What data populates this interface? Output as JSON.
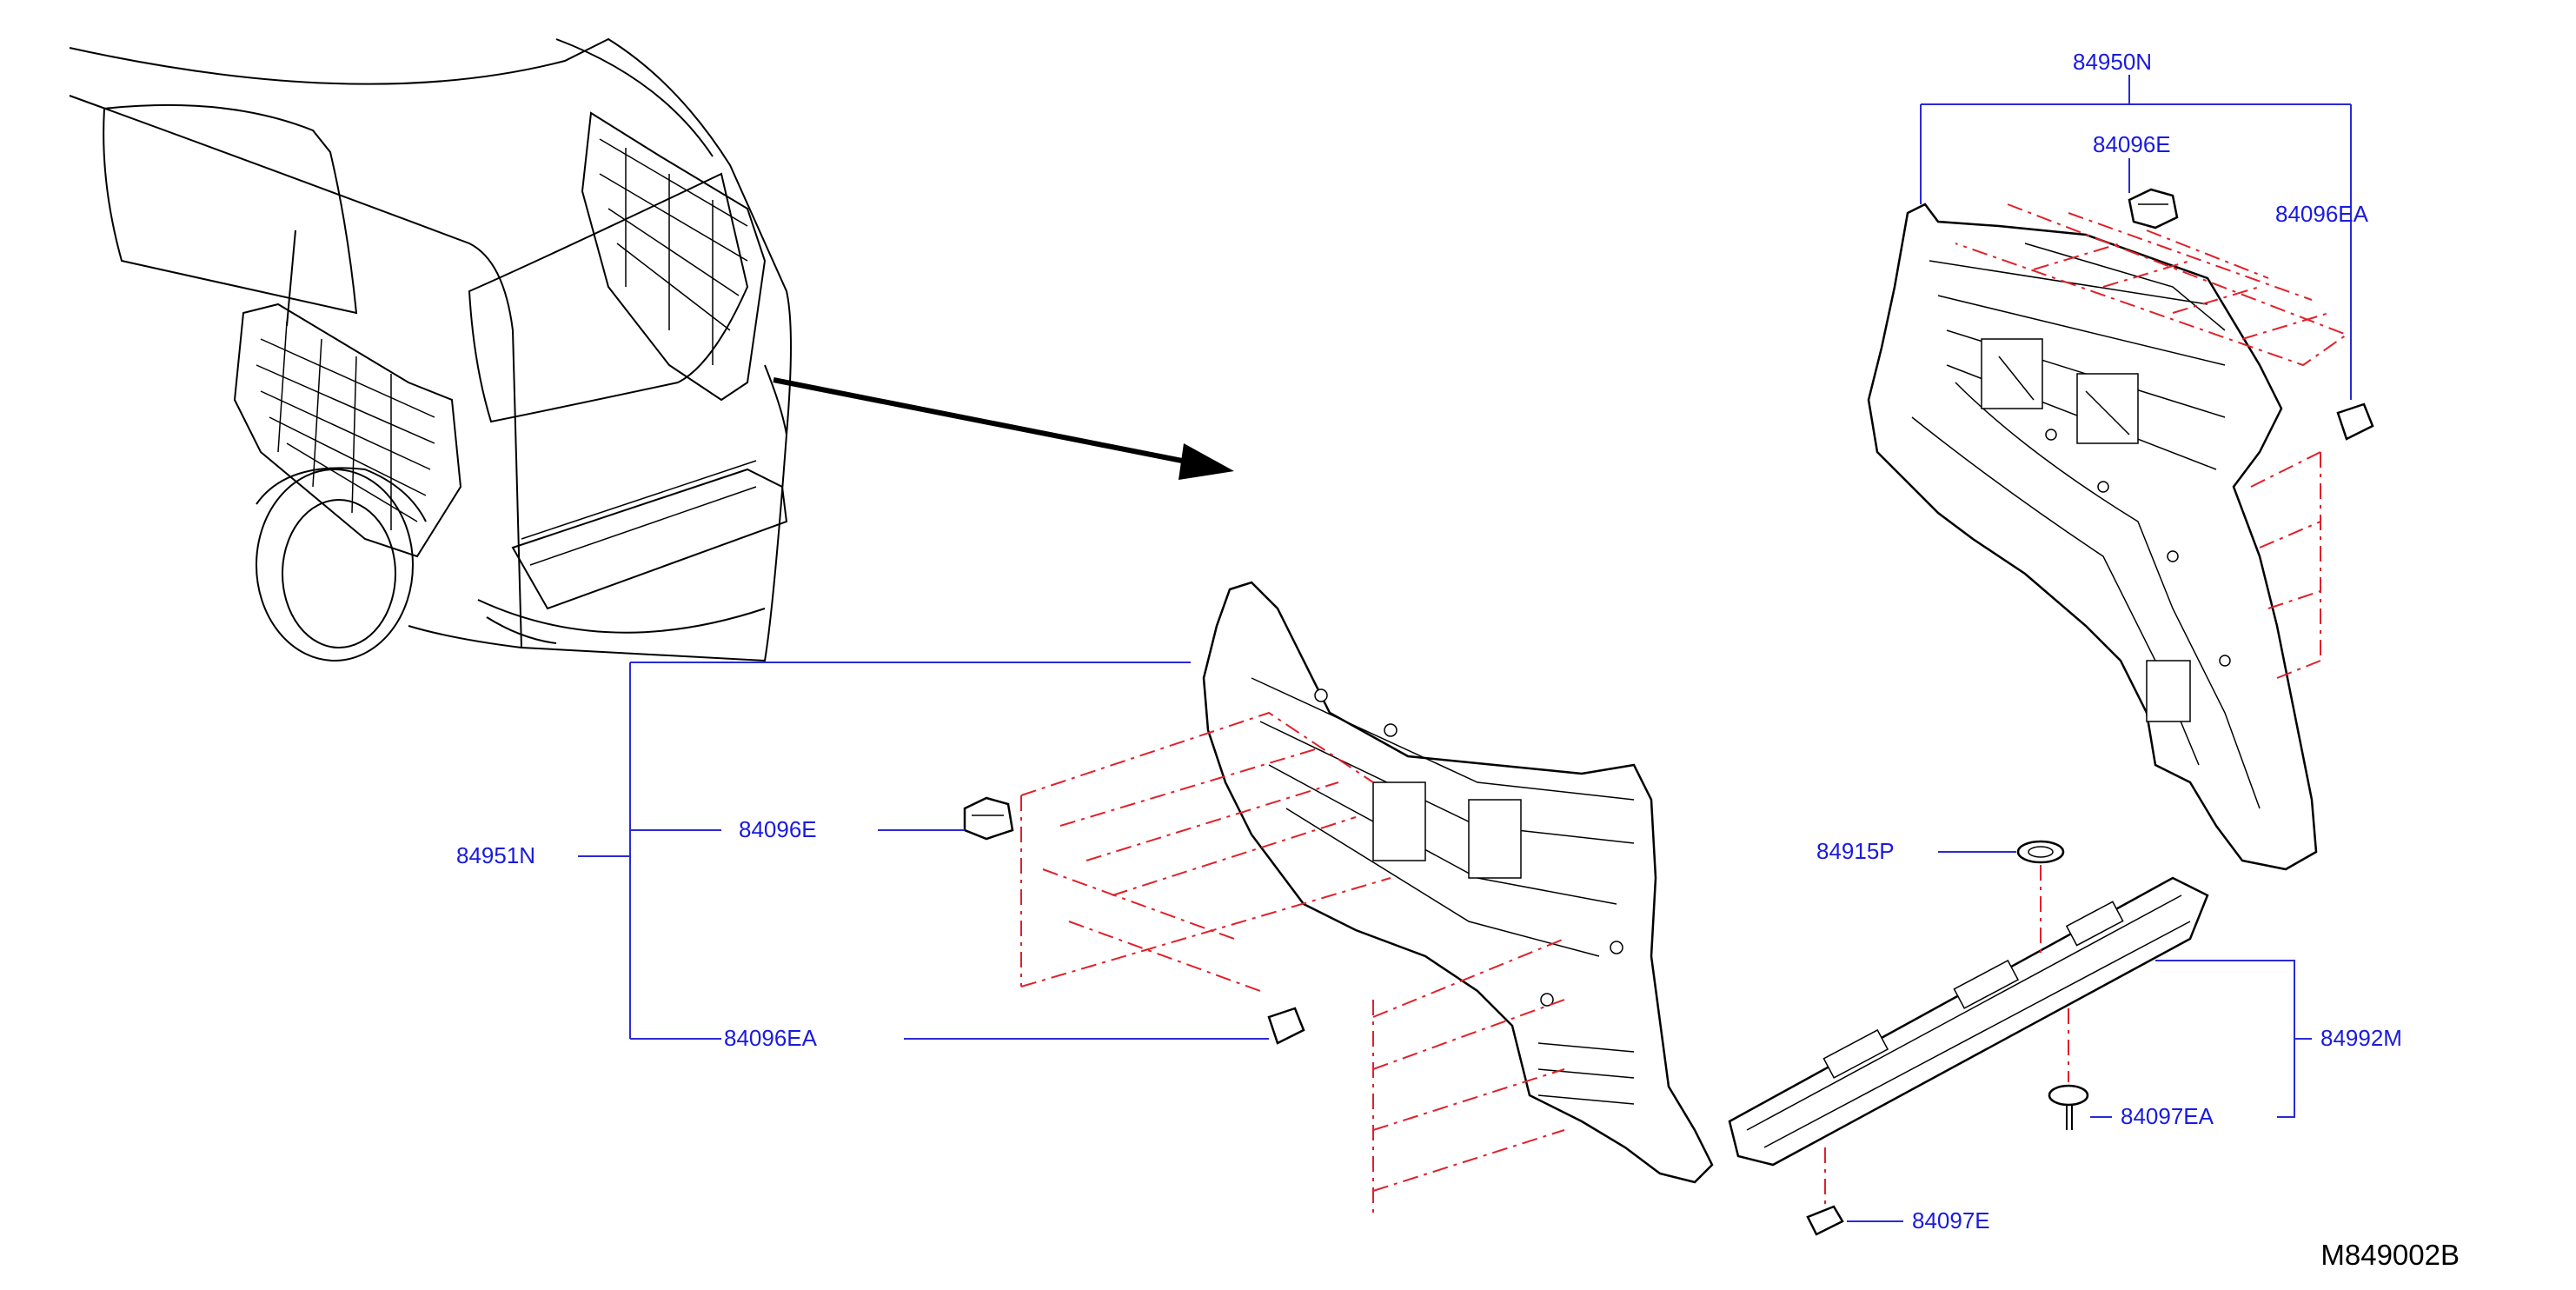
{
  "diagram": {
    "code": "M849002B",
    "callouts": {
      "panel_upper_assy": "84950N",
      "upper_clip": "84096E",
      "upper_retainer": "84096EA",
      "panel_lower_assy": "84951N",
      "lower_clip": "84096E",
      "lower_retainer": "84096EA",
      "plug": "84915P",
      "step_plate": "84992M",
      "step_clip": "84097EA",
      "step_retainer": "84097E"
    }
  }
}
